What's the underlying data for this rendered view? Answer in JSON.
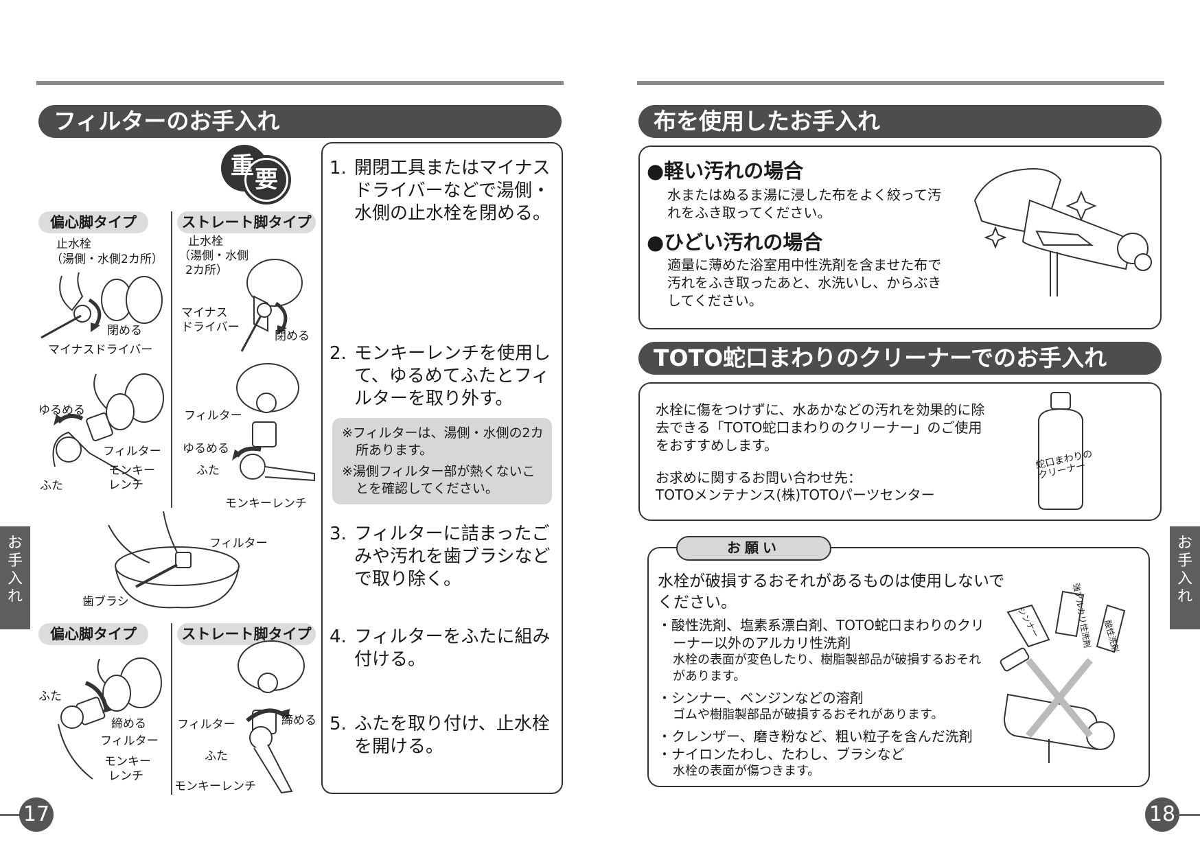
{
  "left_page": {
    "title": "フィルターのお手入れ",
    "important_badge": [
      "重",
      "要"
    ],
    "type_labels_top": {
      "eccentric": "偏心脚タイプ",
      "straight": "ストレート脚タイプ"
    },
    "type_labels_bottom": {
      "eccentric": "偏心脚タイプ",
      "straight": "ストレート脚タイプ"
    },
    "fig1_left_labels": {
      "stop_valve": "止水栓",
      "stop_valve_note": "（湯側・水側2カ所）",
      "close": "閉める",
      "screwdriver": "マイナスドライバー"
    },
    "fig1_right_labels": {
      "stop_valve": "止水栓",
      "stop_valve_note_1": "（湯側・水側",
      "stop_valve_note_2": "2カ所）",
      "screwdriver_1": "マイナス",
      "screwdriver_2": "ドライバー",
      "close": "閉める"
    },
    "fig2_left_labels": {
      "loosen": "ゆるめる",
      "filter": "フィルター",
      "wrench_1": "モンキー",
      "wrench_2": "レンチ",
      "cap": "ふた"
    },
    "fig2_right_labels": {
      "filter": "フィルター",
      "loosen": "ゆるめる",
      "cap": "ふた",
      "wrench": "モンキーレンチ"
    },
    "fig3_labels": {
      "filter": "フィルター",
      "toothbrush": "歯ブラシ"
    },
    "fig4_left_labels": {
      "cap": "ふた",
      "tighten": "締める",
      "filter": "フィルター",
      "wrench_1": "モンキー",
      "wrench_2": "レンチ"
    },
    "fig4_right_labels": {
      "filter": "フィルター",
      "tighten": "締める",
      "cap": "ふた",
      "wrench": "モンキーレンチ"
    },
    "steps": [
      {
        "num": "1.",
        "text": "開閉工具またはマイナスドライバーなどで湯側・水側の止水栓を閉める。"
      },
      {
        "num": "2.",
        "text": "モンキーレンチを使用して、ゆるめてふたとフィルターを取り外す。"
      },
      {
        "num": "3.",
        "text": "フィルターに詰まったごみや汚れを歯ブラシなどで取り除く。"
      },
      {
        "num": "4.",
        "text": "フィルターをふたに組み付ける。"
      },
      {
        "num": "5.",
        "text": "ふたを取り付け、止水栓を開ける。"
      }
    ],
    "notes": [
      "※フィルターは、湯側・水側の2カ所あります。",
      "※湯側フィルター部が熱くないことを確認してください。"
    ],
    "side_tab": [
      "お",
      "手",
      "入",
      "れ"
    ],
    "page_number": "17"
  },
  "right_page": {
    "title_cloth": "布を使用したお手入れ",
    "light_dirt_heading": "●軽い汚れの場合",
    "light_dirt_text": "水またはぬるま湯に浸した布をよく絞って汚れをふき取ってください。",
    "heavy_dirt_heading": "●ひどい汚れの場合",
    "heavy_dirt_text": "適量に薄めた浴室用中性洗剤を含ませた布で汚れをふき取ったあと、水洗いし、からぶきしてください。",
    "title_cleaner": "TOTO蛇口まわりのクリーナーでのお手入れ",
    "cleaner_text": "水栓に傷をつけずに、水あかなどの汚れを効果的に除去できる「TOTO蛇口まわりのクリーナー」のご使用をおすすめします。",
    "contact_label": "お求めに関するお問い合わせ先：",
    "contact_name": "TOTOメンテナンス(株)TOTOパーツセンター",
    "bottle_label_1": "蛇口まわりの",
    "bottle_label_2": "クリーナー",
    "request_tab": "お願い",
    "request_heading": "水栓が破損するおそれがあるものは使用しないでください。",
    "request_items": [
      {
        "item": "・酸性洗剤、塩素系漂白剤、TOTO蛇口まわりのクリーナー以外のアルカリ性洗剤",
        "note": "水栓の表面が変色したり、樹脂製部品が破損するおそれがあります。"
      },
      {
        "item": "・シンナー、ベンジンなどの溶剤",
        "note": "ゴムや樹脂製部品が破損するおそれがあります。"
      },
      {
        "item": "・クレンザー、磨き粉など、粗い粒子を含んだ洗剤",
        "note": ""
      },
      {
        "item": "・ナイロンたわし、たわし、ブラシなど",
        "note": "水栓の表面が傷つきます。"
      }
    ],
    "bottle_labels_illus": {
      "thinner": "シンナー",
      "alkali": "強アルカリ性洗剤",
      "acid": "酸性洗剤"
    },
    "side_tab": [
      "お",
      "手",
      "入",
      "れ"
    ],
    "page_number": "18"
  },
  "colors": {
    "banner": "#4d4d4d",
    "note_bg": "#d7d7d7",
    "rule": "#8a8a8a",
    "side_tab": "#5e5e5e"
  }
}
